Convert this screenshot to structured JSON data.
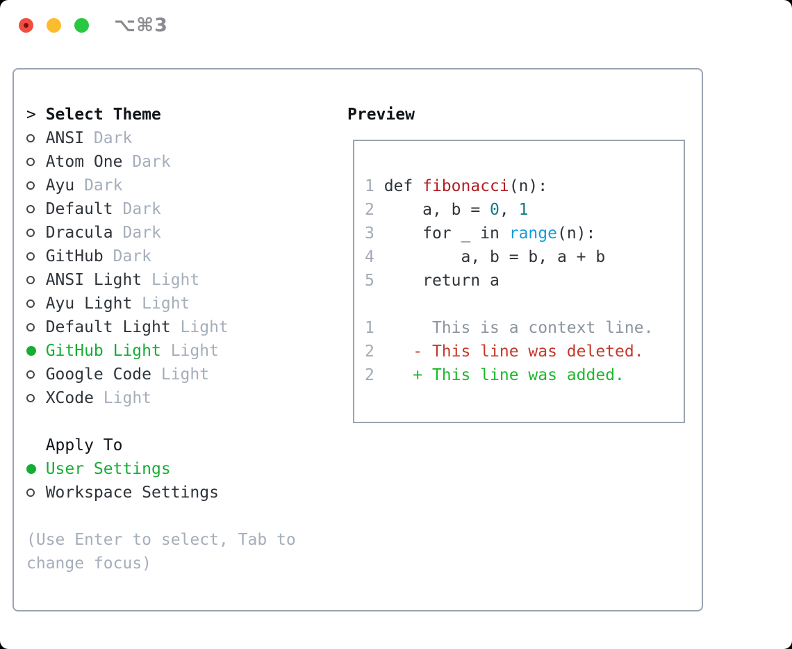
{
  "window": {
    "shortcut": "⌥⌘3",
    "traffic_lights": [
      "close",
      "minimize",
      "zoom"
    ]
  },
  "colors": {
    "accent_green": "#16ad36",
    "diff_added": "#1db82c",
    "diff_deleted": "#c4392a",
    "func_red": "#b01f24",
    "literal_teal": "#0e7b84",
    "builtin_blue": "#189bd8",
    "text_dark": "#2e343a",
    "heading_black": "#101419",
    "muted_gray": "#a5aeba",
    "linenum_gray": "#a0aab6",
    "context_gray": "#8b95a0",
    "border_gray": "#9aa4b1",
    "circle_stroke": "#42474e",
    "shortcut_gray": "#8a8a8f",
    "light_red": "#f04d43",
    "light_red_dot": "#7d100b",
    "light_yellow": "#fdbc2e",
    "light_green": "#2ac840"
  },
  "theme_panel": {
    "title_prefix": ">",
    "title": "Select Theme",
    "themes": [
      {
        "name": "ANSI",
        "variant": "Dark",
        "selected": false
      },
      {
        "name": "Atom One",
        "variant": "Dark",
        "selected": false
      },
      {
        "name": "Ayu",
        "variant": "Dark",
        "selected": false
      },
      {
        "name": "Default",
        "variant": "Dark",
        "selected": false
      },
      {
        "name": "Dracula",
        "variant": "Dark",
        "selected": false
      },
      {
        "name": "GitHub",
        "variant": "Dark",
        "selected": false
      },
      {
        "name": "ANSI Light",
        "variant": "Light",
        "selected": false
      },
      {
        "name": "Ayu Light",
        "variant": "Light",
        "selected": false
      },
      {
        "name": "Default Light",
        "variant": "Light",
        "selected": false
      },
      {
        "name": "GitHub Light",
        "variant": "Light",
        "selected": true
      },
      {
        "name": "Google Code",
        "variant": "Light",
        "selected": false
      },
      {
        "name": "XCode",
        "variant": "Light",
        "selected": false
      }
    ],
    "apply_to": {
      "title": "Apply To",
      "options": [
        {
          "label": "User Settings",
          "selected": true
        },
        {
          "label": "Workspace Settings",
          "selected": false
        }
      ]
    },
    "help_lines": [
      "(Use Enter to select, Tab to",
      "change focus)"
    ]
  },
  "preview": {
    "title": "Preview",
    "lines": [
      {
        "num": "1",
        "segments": [
          {
            "t": " def ",
            "c": "code"
          },
          {
            "t": "fibonacci",
            "c": "fn"
          },
          {
            "t": "(n):",
            "c": "code"
          }
        ]
      },
      {
        "num": "2",
        "segments": [
          {
            "t": "     a, b = ",
            "c": "code"
          },
          {
            "t": "0",
            "c": "lit"
          },
          {
            "t": ", ",
            "c": "code"
          },
          {
            "t": "1",
            "c": "lit"
          }
        ]
      },
      {
        "num": "3",
        "segments": [
          {
            "t": "     for _ in ",
            "c": "code"
          },
          {
            "t": "range",
            "c": "bi"
          },
          {
            "t": "(n):",
            "c": "code"
          }
        ]
      },
      {
        "num": "4",
        "segments": [
          {
            "t": "         a, b = b, a + b",
            "c": "code"
          }
        ]
      },
      {
        "num": "5",
        "segments": [
          {
            "t": "     return a",
            "c": "code"
          }
        ]
      },
      {
        "num": "",
        "segments": []
      },
      {
        "num": "1",
        "segments": [
          {
            "t": "      This is a context line.",
            "c": "ctx"
          }
        ]
      },
      {
        "num": "2",
        "segments": [
          {
            "t": "    - This line was deleted.",
            "c": "del"
          }
        ]
      },
      {
        "num": "2",
        "segments": [
          {
            "t": "    + This line was added.",
            "c": "add"
          }
        ]
      }
    ]
  }
}
